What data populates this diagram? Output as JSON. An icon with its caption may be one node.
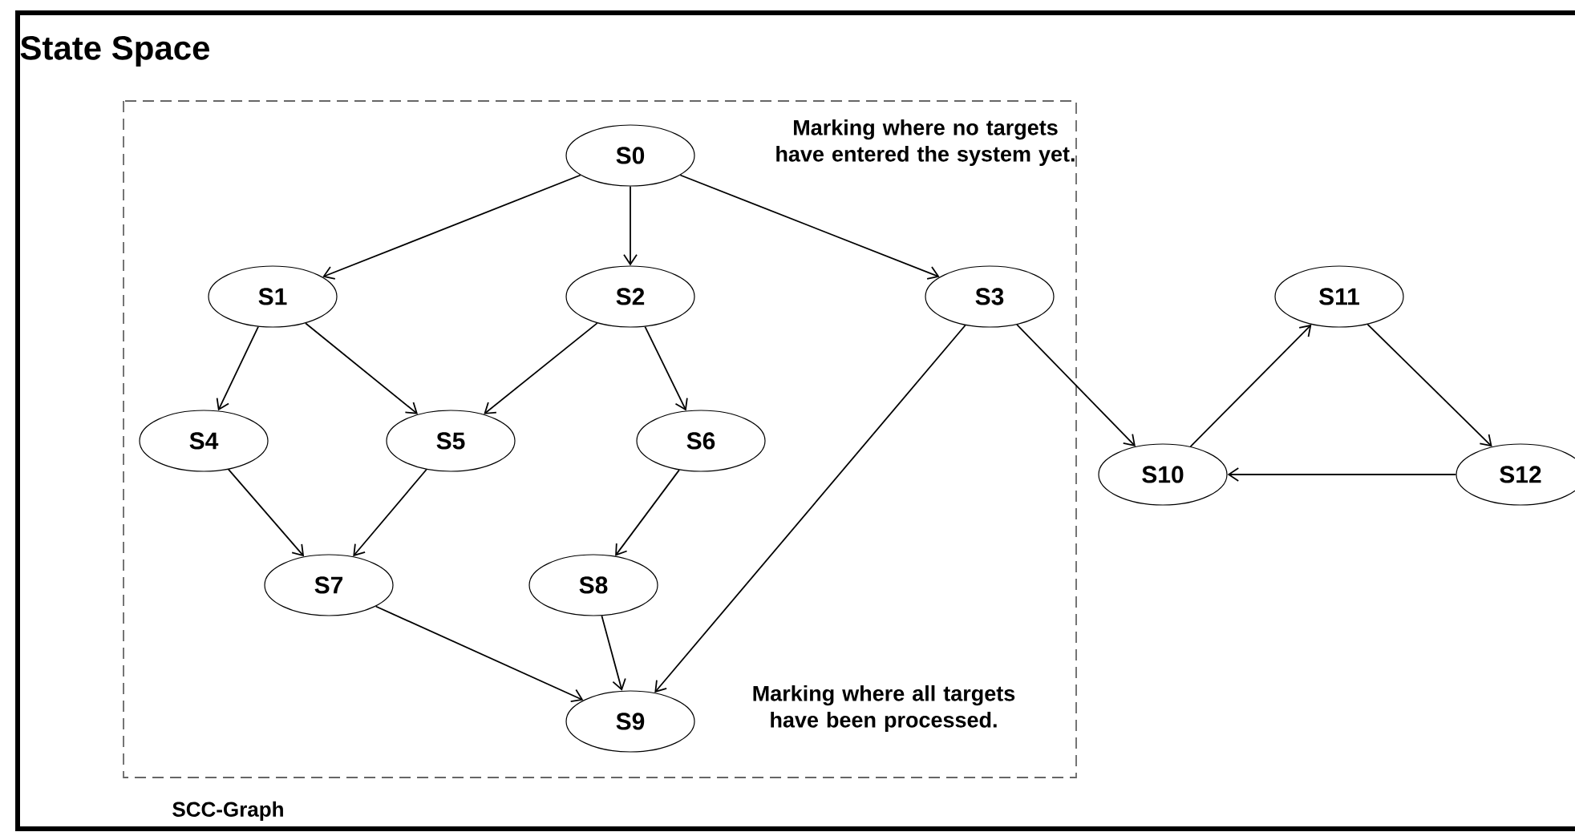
{
  "diagram": {
    "nodes": [
      {
        "text": [
          "State Space"
        ]
      },
      {
        "text": [
          "SCC-Graph"
        ],
        "in": 0
      },
      {
        "text": [
          "S0"
        ],
        "in": 1,
        "beside": [
          "Marking where no targets have entered the system yet."
        ]
      },
      {
        "text": [
          "S1"
        ],
        "in": 1
      },
      {
        "text": [
          "S2"
        ],
        "in": 1
      },
      {
        "text": [
          "S3"
        ],
        "in": 1
      },
      {
        "text": [
          "S4"
        ],
        "in": 1
      },
      {
        "text": [
          "S5"
        ],
        "in": 1
      },
      {
        "text": [
          "S6"
        ],
        "in": 1
      },
      {
        "text": [
          "S7"
        ],
        "in": 1
      },
      {
        "text": [
          "S8"
        ],
        "in": 1
      },
      {
        "text": [
          "S9"
        ],
        "in": 1,
        "beside": [
          "Marking where all targets have been processed."
        ]
      },
      {
        "text": [
          "S10"
        ],
        "in": 0
      },
      {
        "text": [
          "S11"
        ],
        "in": 0
      },
      {
        "text": [
          "S12"
        ],
        "in": 0
      }
    ],
    "edges": [
      {
        "from": 2,
        "to": 3,
        "arrow": "to"
      },
      {
        "from": 2,
        "to": 4,
        "arrow": "to"
      },
      {
        "from": 2,
        "to": 5,
        "arrow": "to"
      },
      {
        "from": 3,
        "to": 6,
        "arrow": "to"
      },
      {
        "from": 3,
        "to": 7,
        "arrow": "to"
      },
      {
        "from": 4,
        "to": 7,
        "arrow": "to"
      },
      {
        "from": 4,
        "to": 8,
        "arrow": "to"
      },
      {
        "from": 5,
        "to": 11,
        "arrow": "to"
      },
      {
        "from": 5,
        "to": 12,
        "arrow": "to"
      },
      {
        "from": 6,
        "to": 9,
        "arrow": "to"
      },
      {
        "from": 7,
        "to": 9,
        "arrow": "to"
      },
      {
        "from": 8,
        "to": 10,
        "arrow": "to"
      },
      {
        "from": 9,
        "to": 11,
        "arrow": "to"
      },
      {
        "from": 10,
        "to": 11,
        "arrow": "to"
      },
      {
        "from": 12,
        "to": 13,
        "arrow": "to"
      },
      {
        "from": 13,
        "to": 14,
        "arrow": "to"
      },
      {
        "from": 14,
        "to": 12,
        "arrow": "to"
      }
    ]
  }
}
